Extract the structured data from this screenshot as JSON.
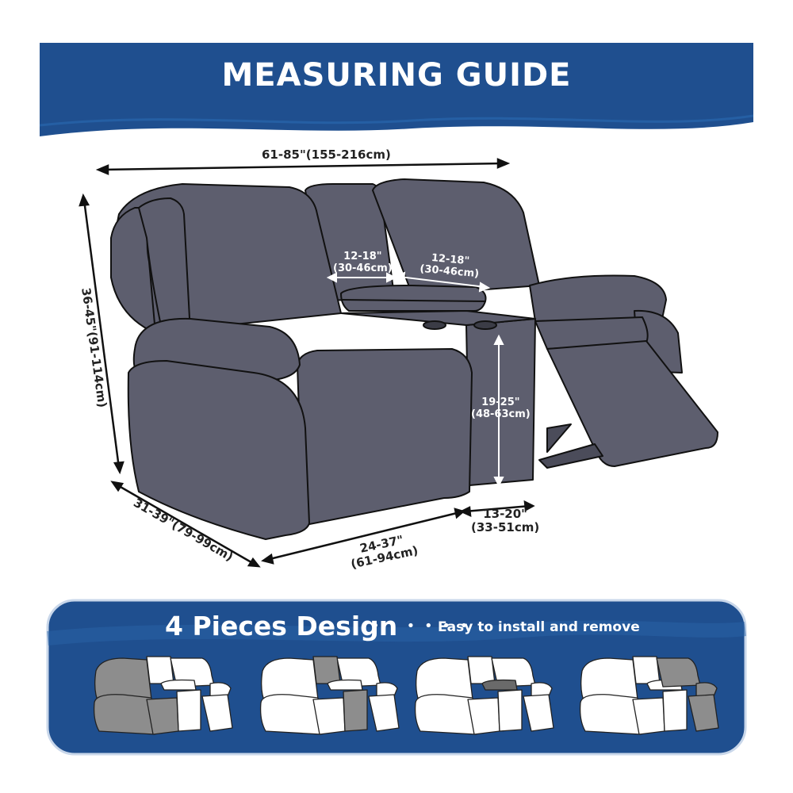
{
  "header": {
    "title": "MEASURING GUIDE"
  },
  "dimensions": {
    "width": "61-85\"(155-216cm)",
    "height": "36-45\"(91-114cm)",
    "depth": "31-39\"(79-99cm)",
    "backrest_left_in": "12-18\"",
    "backrest_left_cm": "(30-46cm)",
    "backrest_right_in": "12-18\"",
    "backrest_right_cm": "(30-46cm)",
    "console_height_in": "19-25\"",
    "console_height_cm": "(48-63cm)",
    "seat_width_in": "24-37\"",
    "seat_width_cm": "(61-94cm)",
    "console_width_in": "13-20\"",
    "console_width_cm": "(33-51cm)"
  },
  "banner": {
    "title": "4 Pieces Design",
    "dots": "• • • • • •",
    "subtitle": "Easy to install and remove"
  },
  "colors": {
    "header_blue": "#1f4f8f",
    "sofa_gray": "#5d5e6e",
    "outline": "#111111",
    "highlight_gray": "#8d8d8d"
  }
}
